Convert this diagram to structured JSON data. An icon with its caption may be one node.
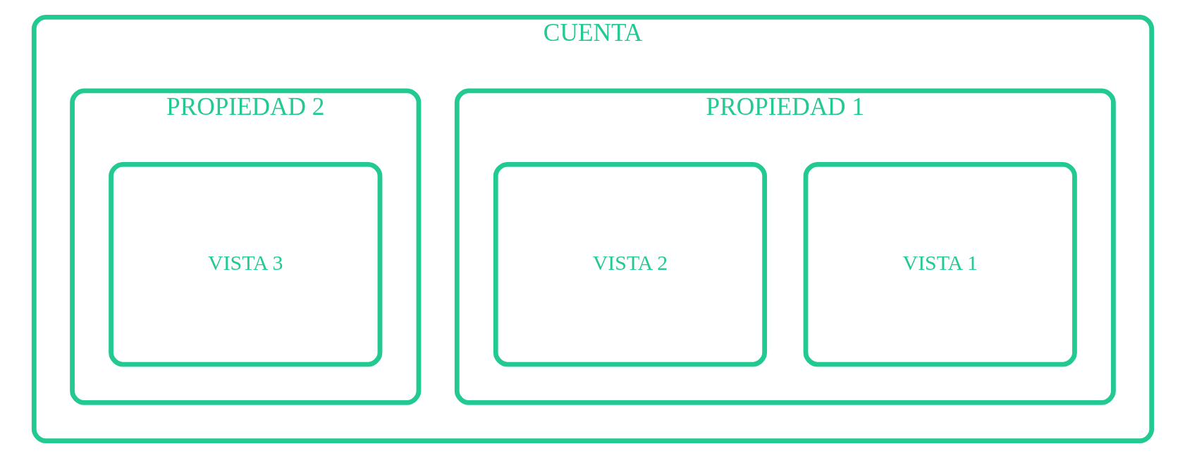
{
  "diagram": {
    "nodes": [
      {
        "text": [
          "CUENTA"
        ]
      },
      {
        "text": [
          "PROPIEDAD 1"
        ],
        "in": 0
      },
      {
        "text": [
          "VISTA 1"
        ],
        "in": 1
      },
      {
        "text": [
          "VISTA 2"
        ],
        "in": 1
      },
      {
        "text": [
          "PROPIEDAD 2"
        ],
        "in": 0
      },
      {
        "text": [
          "VISTA 3"
        ],
        "in": 4
      }
    ],
    "edges": []
  }
}
